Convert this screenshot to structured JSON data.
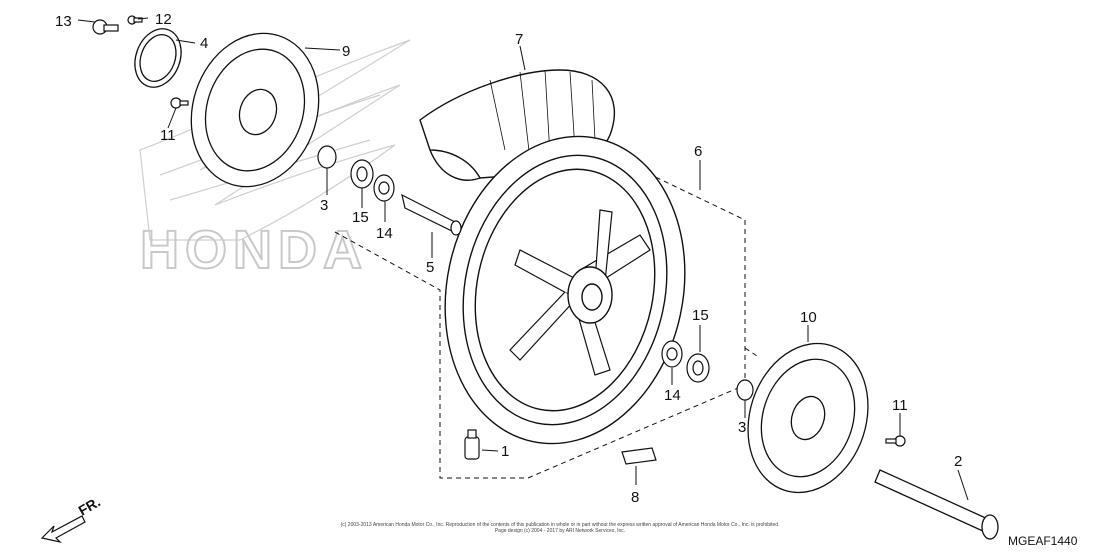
{
  "diagram": {
    "code": "MGEAF1440",
    "direction_label": "FR.",
    "watermark_text": "HONDA",
    "copyright_line1": "(c) 2003-2013 American Honda Motor Co., Inc. Reproduction of the contents of this publication in whole or in part without the express written approval of American Honda Motor Co., Inc. is prohibited.",
    "copyright_line2": "Page design (c) 2004 - 2017 by ARI Network Services, Inc."
  },
  "callouts": [
    "1",
    "2",
    "3",
    "3",
    "4",
    "5",
    "6",
    "7",
    "8",
    "9",
    "10",
    "11",
    "11",
    "12",
    "13",
    "14",
    "14",
    "15",
    "15"
  ],
  "colors": {
    "line": "#111111",
    "watermark": "#c9c9c9",
    "background": "#ffffff"
  }
}
